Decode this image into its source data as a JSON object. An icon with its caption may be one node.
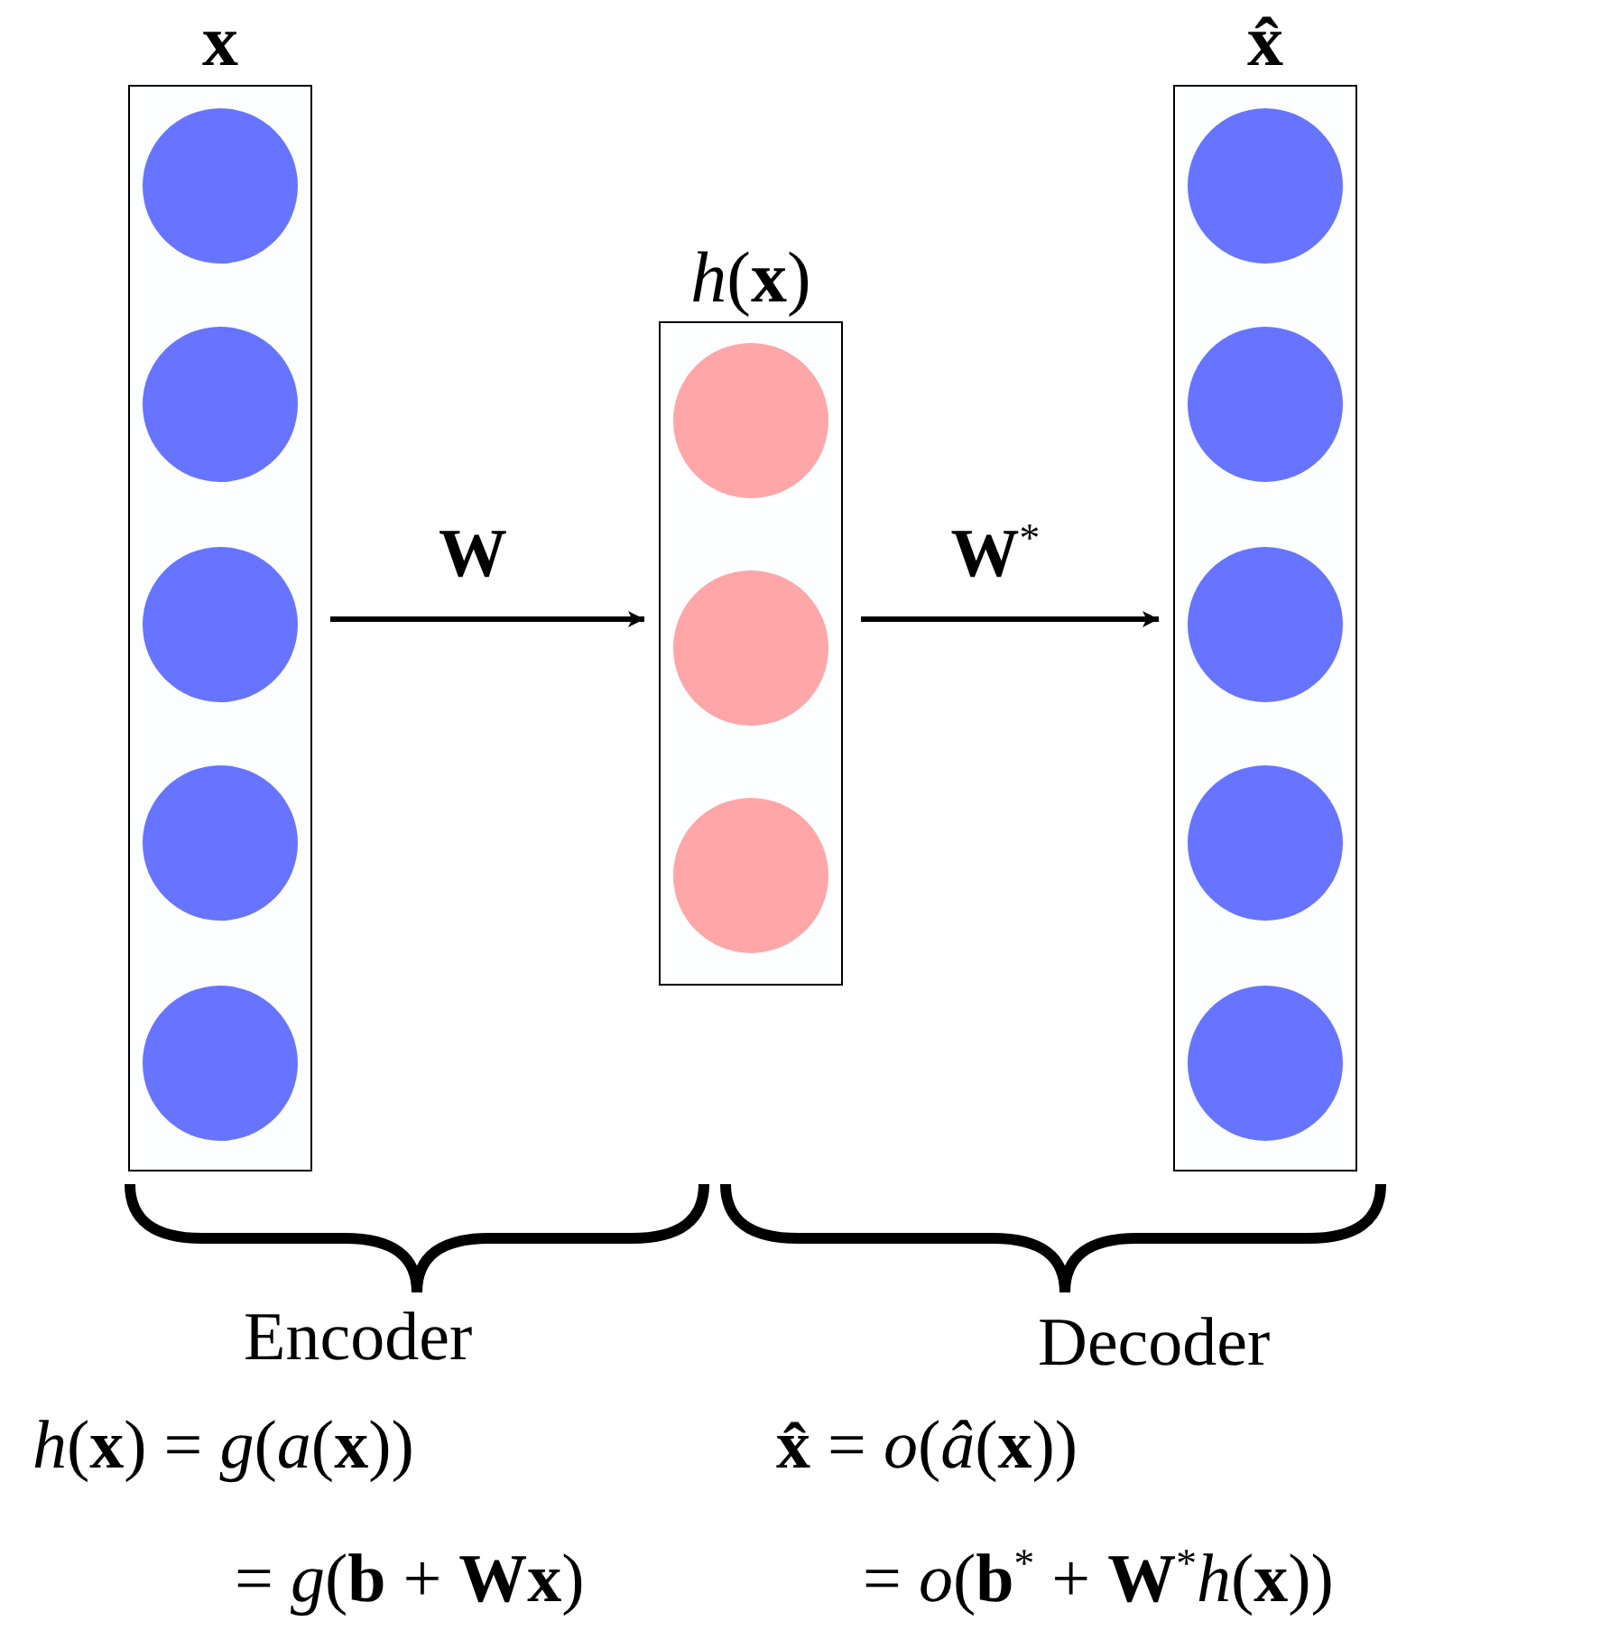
{
  "diagram": {
    "nodes": [
      {
        "text": [
          "**x**"
        ]
      },
      {
        "text": [],
        "shape": "circle",
        "in": 0
      },
      {
        "text": [],
        "shape": "circle",
        "in": 0
      },
      {
        "text": [],
        "shape": "circle",
        "in": 0
      },
      {
        "text": [],
        "shape": "circle",
        "in": 0
      },
      {
        "text": [],
        "shape": "circle",
        "in": 0
      },
      {
        "text": [
          "*h*(**x**)"
        ]
      },
      {
        "text": [],
        "shape": "circle",
        "in": 6
      },
      {
        "text": [],
        "shape": "circle",
        "in": 6
      },
      {
        "text": [],
        "shape": "circle",
        "in": 6
      },
      {
        "text": [
          "**x̂**"
        ]
      },
      {
        "text": [],
        "shape": "circle",
        "in": 10
      },
      {
        "text": [],
        "shape": "circle",
        "in": 10
      },
      {
        "text": [],
        "shape": "circle",
        "in": 10
      },
      {
        "text": [],
        "shape": "circle",
        "in": 10
      },
      {
        "text": [],
        "shape": "circle",
        "in": 10
      }
    ],
    "edges": [
      {
        "from": 0,
        "to": 6,
        "arrow": "to",
        "label": "**W**"
      },
      {
        "from": 6,
        "to": 10,
        "arrow": "to",
        "label": "**W**$^{*}$"
      }
    ],
    "labels": [
      "Encoder",
      "Decoder",
      "*h*(**x**) = *g*(*a*(**x**))",
      "**x̂** = *o*(*â*(**x**))",
      "= *g*(**b** + **Wx**)",
      "= *o*(**b**$^{*}$ + **W**$^{*}$*h*(**x**))"
    ]
  }
}
